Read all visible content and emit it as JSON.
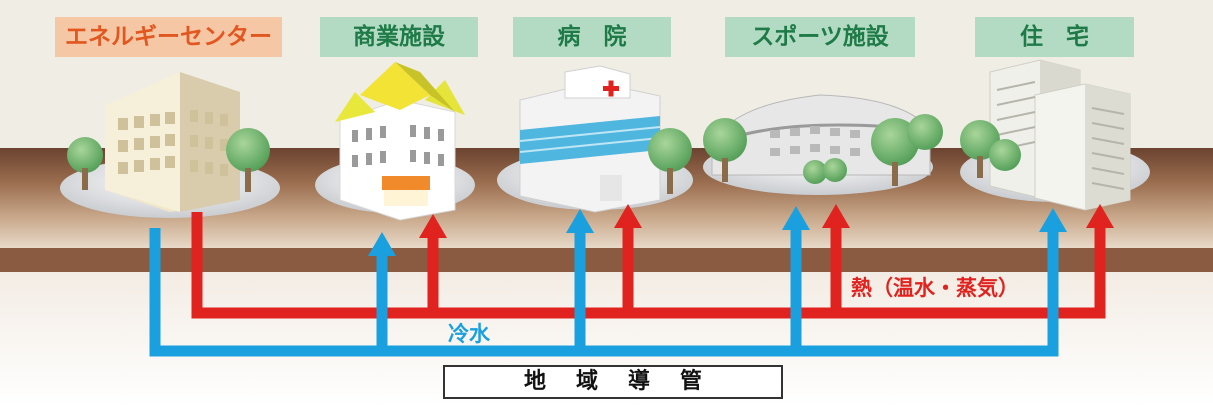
{
  "labels": {
    "energy_center": "エネルギーセンター",
    "commercial": "商業施設",
    "hospital": "病　院",
    "sports": "スポーツ施設",
    "housing": "住　宅"
  },
  "flows": {
    "heat": "熱（温水・蒸気）",
    "cold_water": "冷水"
  },
  "pipe_label": "地域導管",
  "colors": {
    "heat": "#e0231e",
    "cold_water": "#1aa0df",
    "label_green_bg": "#b3dbc3",
    "label_green_text": "#1e7a47",
    "label_orange_bg": "#f5c7a4",
    "label_orange_text": "#e2561f"
  }
}
